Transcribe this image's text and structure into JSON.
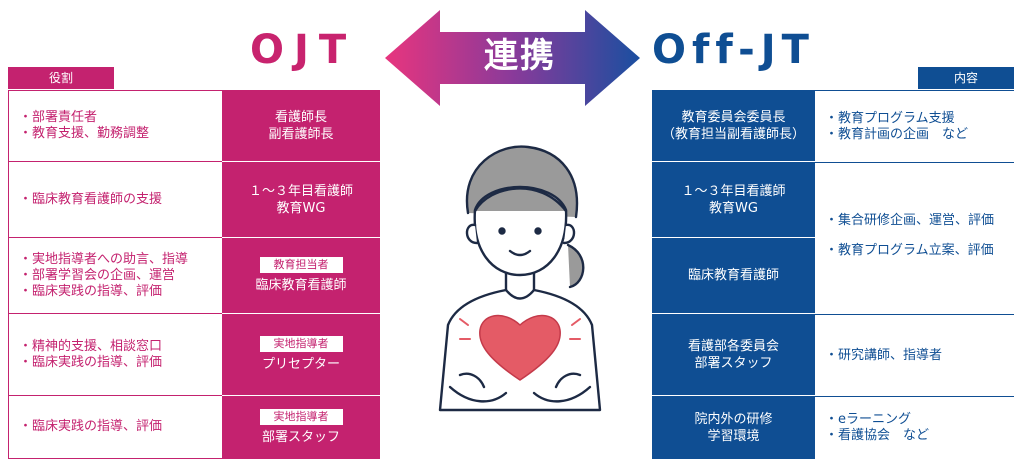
{
  "ojt_title": "OJT",
  "offjt_title": "Off-JT",
  "center_label": "連携",
  "left_header": "役割",
  "right_header": "内容",
  "colors": {
    "ojt": "#c4226f",
    "offjt": "#0f4e93",
    "arrow_left": "#e0357f",
    "arrow_right": "#1a4fa0"
  },
  "left_rows": [
    {
      "roles": [
        "・部署責任者",
        "・教育支援、勤務調整"
      ],
      "badge": "",
      "position": [
        "看護師長",
        "副看護師長"
      ]
    },
    {
      "roles": [
        "・臨床教育看護師の支援"
      ],
      "badge": "",
      "position": [
        "１～３年目看護師",
        "教育WG"
      ]
    },
    {
      "roles": [
        "・実地指導者への助言、指導",
        "・部署学習会の企画、運営",
        "・臨床実践の指導、評価"
      ],
      "badge": "教育担当者",
      "position": [
        "臨床教育看護師"
      ]
    },
    {
      "roles": [
        "・精神的支援、相談窓口",
        "・臨床実践の指導、評価"
      ],
      "badge": "実地指導者",
      "position": [
        "プリセプター"
      ]
    },
    {
      "roles": [
        "・臨床実践の指導、評価"
      ],
      "badge": "実地指導者",
      "position": [
        "部署スタッフ"
      ]
    }
  ],
  "right_rows": [
    {
      "position": [
        "教育委員会委員長",
        "（教育担当副看護師長）"
      ],
      "contents": [
        "・教育プログラム支援",
        "・教育計画の企画　など"
      ]
    },
    {
      "position": [
        "１～３年目看護師",
        "教育WG"
      ],
      "contents": []
    },
    {
      "position": [
        "臨床教育看護師"
      ],
      "contents": []
    },
    {
      "position": [
        "看護部各委員会",
        "部署スタッフ"
      ],
      "contents": [
        "・研究講師、指導者"
      ]
    },
    {
      "position": [
        "院内外の研修",
        "学習環境"
      ],
      "contents": [
        "・eラーニング",
        "・看護協会　など"
      ]
    }
  ],
  "merged_contents": [
    "・集合研修企画、運営、評価",
    "・教育プログラム立案、評価"
  ],
  "illustration": {
    "icon": "nurse-with-heart-icon"
  }
}
